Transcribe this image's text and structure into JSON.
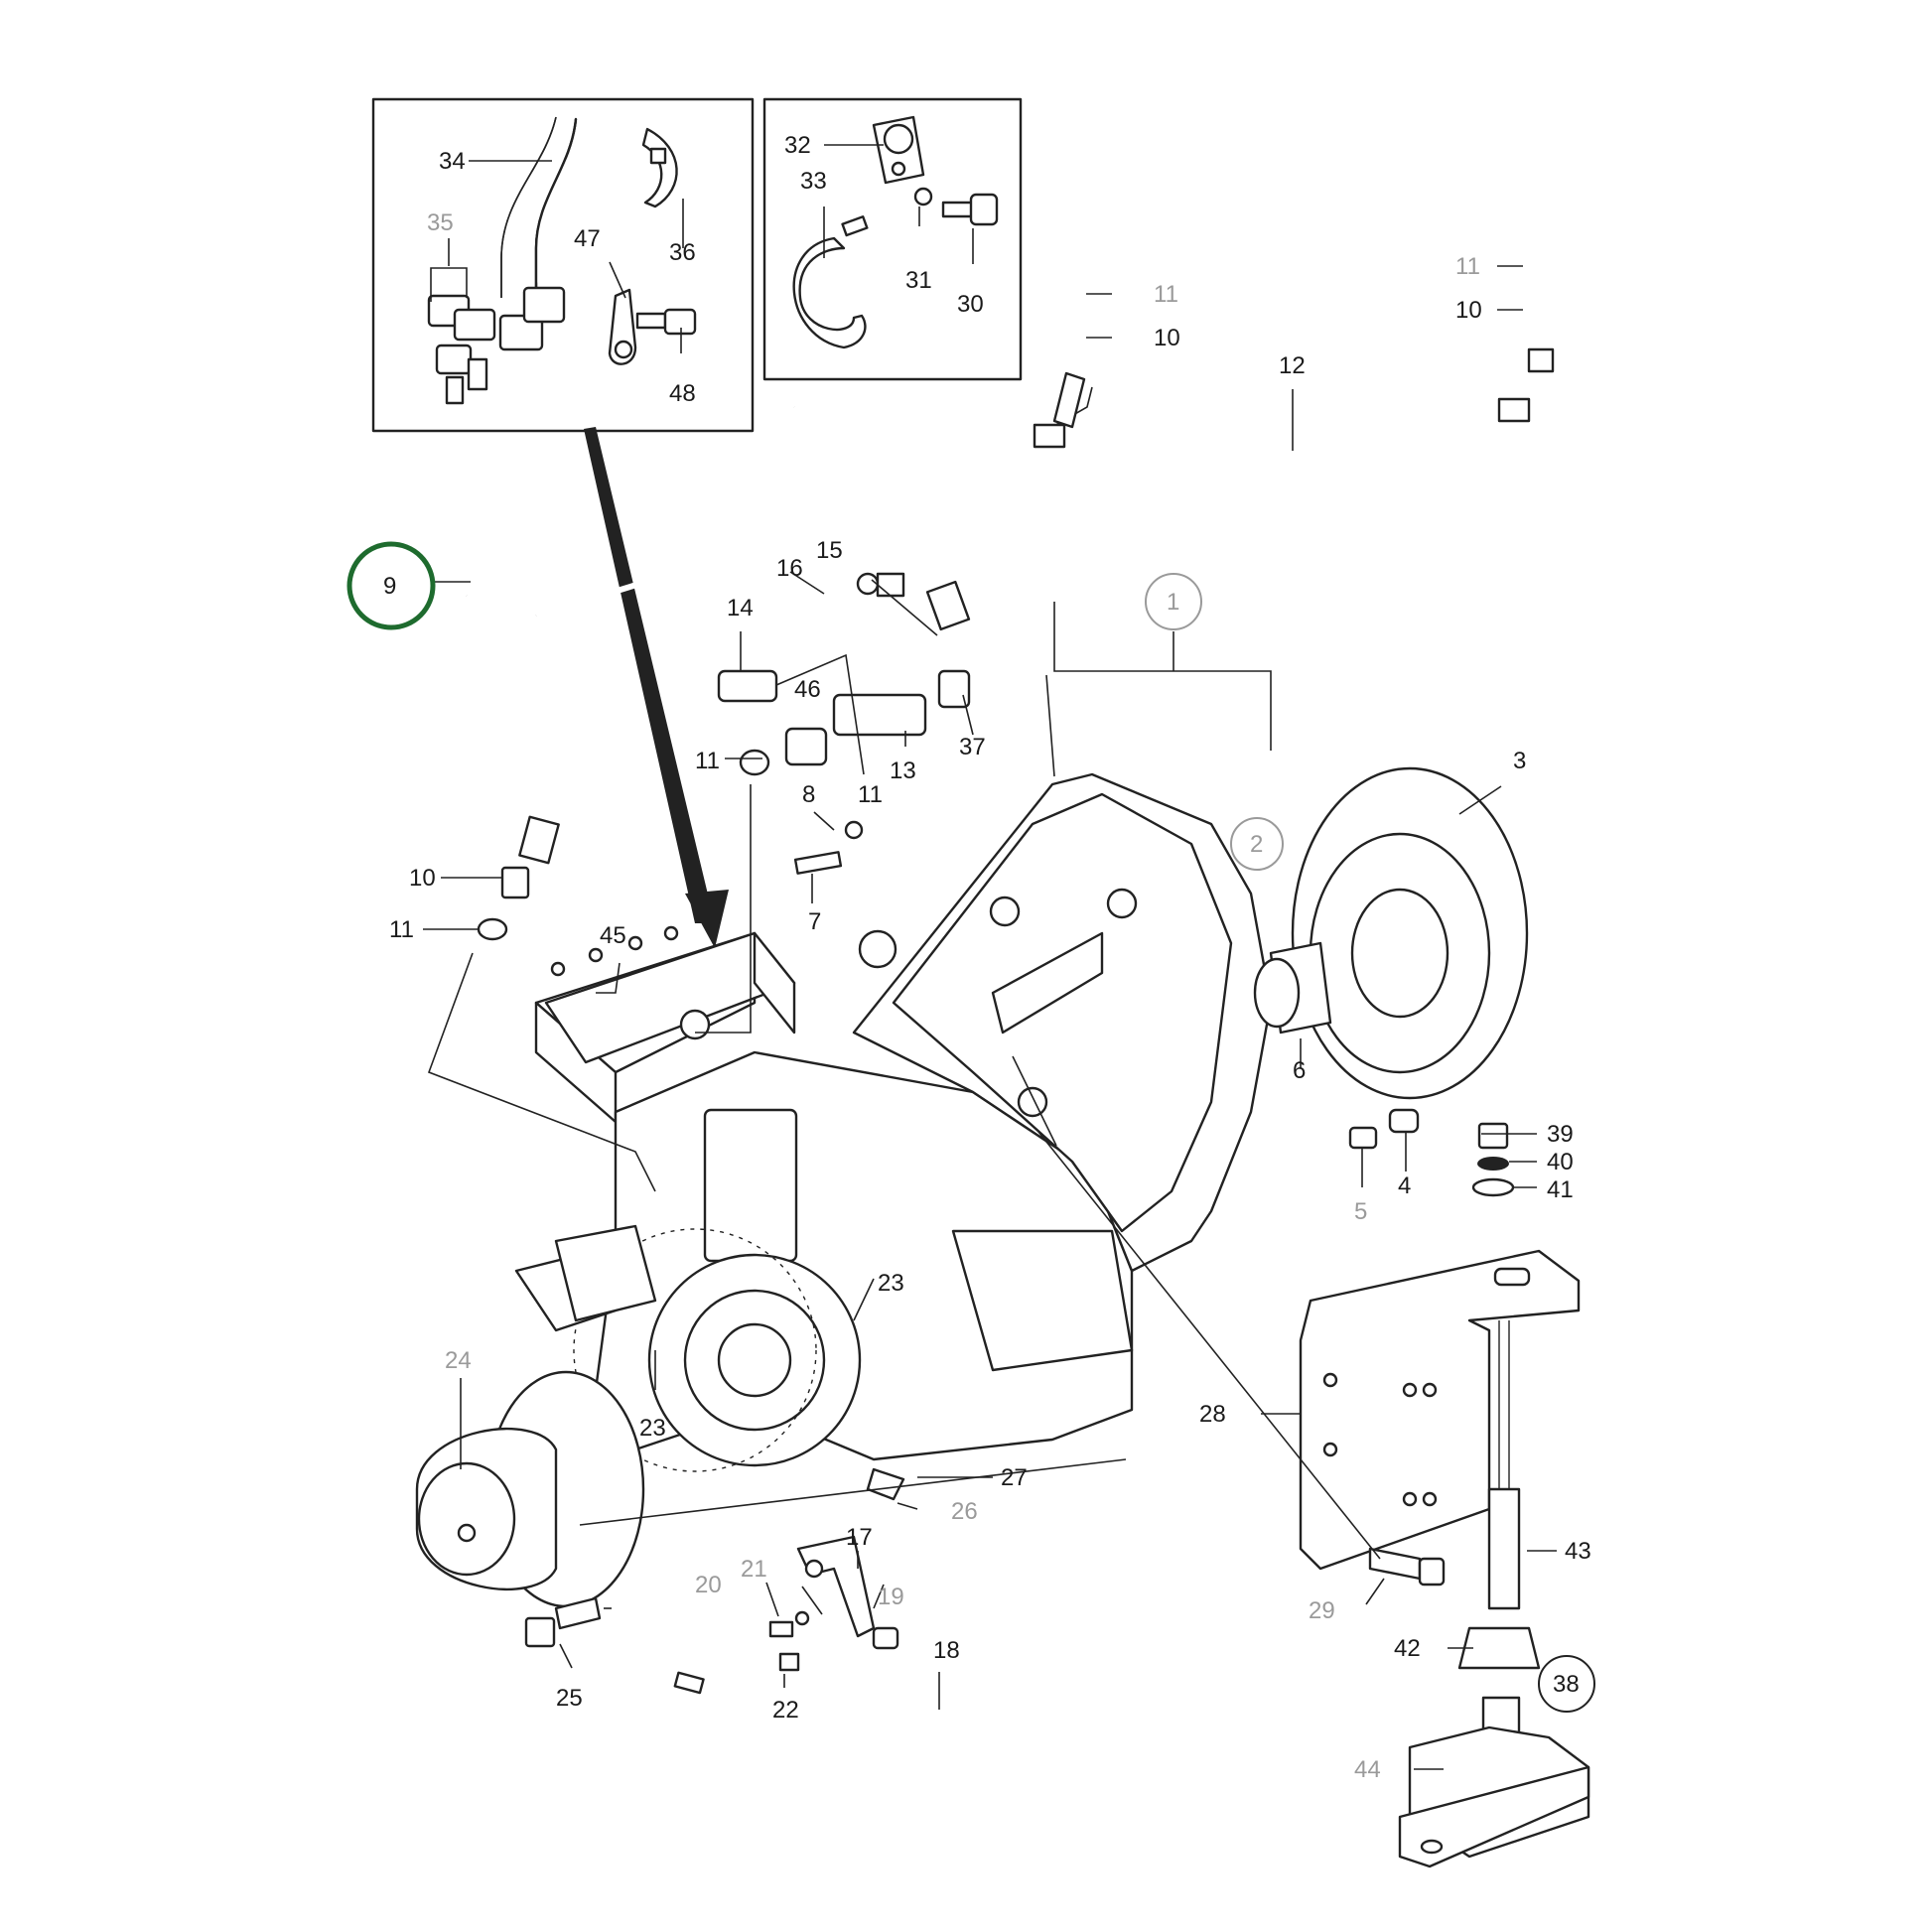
{
  "diagram": {
    "callouts": [
      {
        "id": "c34",
        "text": "34"
      },
      {
        "id": "c35",
        "text": "35",
        "muted": true
      },
      {
        "id": "c36",
        "text": "36"
      },
      {
        "id": "c47",
        "text": "47"
      },
      {
        "id": "c48",
        "text": "48"
      },
      {
        "id": "c32",
        "text": "32"
      },
      {
        "id": "c33",
        "text": "33"
      },
      {
        "id": "c31",
        "text": "31"
      },
      {
        "id": "c30",
        "text": "30"
      },
      {
        "id": "c11a",
        "text": "11",
        "muted": true
      },
      {
        "id": "c10a",
        "text": "10"
      },
      {
        "id": "c11b",
        "text": "11",
        "muted": true
      },
      {
        "id": "c10b",
        "text": "10"
      },
      {
        "id": "c12",
        "text": "12"
      },
      {
        "id": "c9",
        "text": "9",
        "highlighted": true
      },
      {
        "id": "c15",
        "text": "15"
      },
      {
        "id": "c16",
        "text": "16"
      },
      {
        "id": "c14",
        "text": "14"
      },
      {
        "id": "c46",
        "text": "46"
      },
      {
        "id": "c11c",
        "text": "11"
      },
      {
        "id": "c8",
        "text": "8"
      },
      {
        "id": "c11d",
        "text": "11"
      },
      {
        "id": "c13",
        "text": "13"
      },
      {
        "id": "c37",
        "text": "37"
      },
      {
        "id": "c7",
        "text": "7"
      },
      {
        "id": "c1",
        "text": "1",
        "circled": true,
        "muted": true
      },
      {
        "id": "c2",
        "text": "2",
        "circled": true,
        "muted": true
      },
      {
        "id": "c3",
        "text": "3"
      },
      {
        "id": "c6",
        "text": "6"
      },
      {
        "id": "c10c",
        "text": "10"
      },
      {
        "id": "c11e",
        "text": "11"
      },
      {
        "id": "c45",
        "text": "45"
      },
      {
        "id": "c39",
        "text": "39"
      },
      {
        "id": "c40",
        "text": "40"
      },
      {
        "id": "c41",
        "text": "41"
      },
      {
        "id": "c5",
        "text": "5",
        "muted": true
      },
      {
        "id": "c4",
        "text": "4"
      },
      {
        "id": "c23a",
        "text": "23"
      },
      {
        "id": "c24",
        "text": "24",
        "muted": true
      },
      {
        "id": "c23b",
        "text": "23"
      },
      {
        "id": "c28",
        "text": "28"
      },
      {
        "id": "c27",
        "text": "27"
      },
      {
        "id": "c26",
        "text": "26",
        "muted": true
      },
      {
        "id": "c17",
        "text": "17"
      },
      {
        "id": "c20",
        "text": "20",
        "muted": true
      },
      {
        "id": "c21",
        "text": "21",
        "muted": true
      },
      {
        "id": "c19",
        "text": "19",
        "muted": true
      },
      {
        "id": "c18",
        "text": "18"
      },
      {
        "id": "c22",
        "text": "22"
      },
      {
        "id": "c25",
        "text": "25"
      },
      {
        "id": "c29",
        "text": "29",
        "muted": true
      },
      {
        "id": "c43",
        "text": "43"
      },
      {
        "id": "c42",
        "text": "42"
      },
      {
        "id": "c38",
        "text": "38",
        "circled": true
      },
      {
        "id": "c44",
        "text": "44",
        "muted": true
      }
    ],
    "colors": {
      "line": "#222222",
      "muted_label": "#9a9a9a",
      "highlight_ring": "#1e6b2e"
    }
  }
}
